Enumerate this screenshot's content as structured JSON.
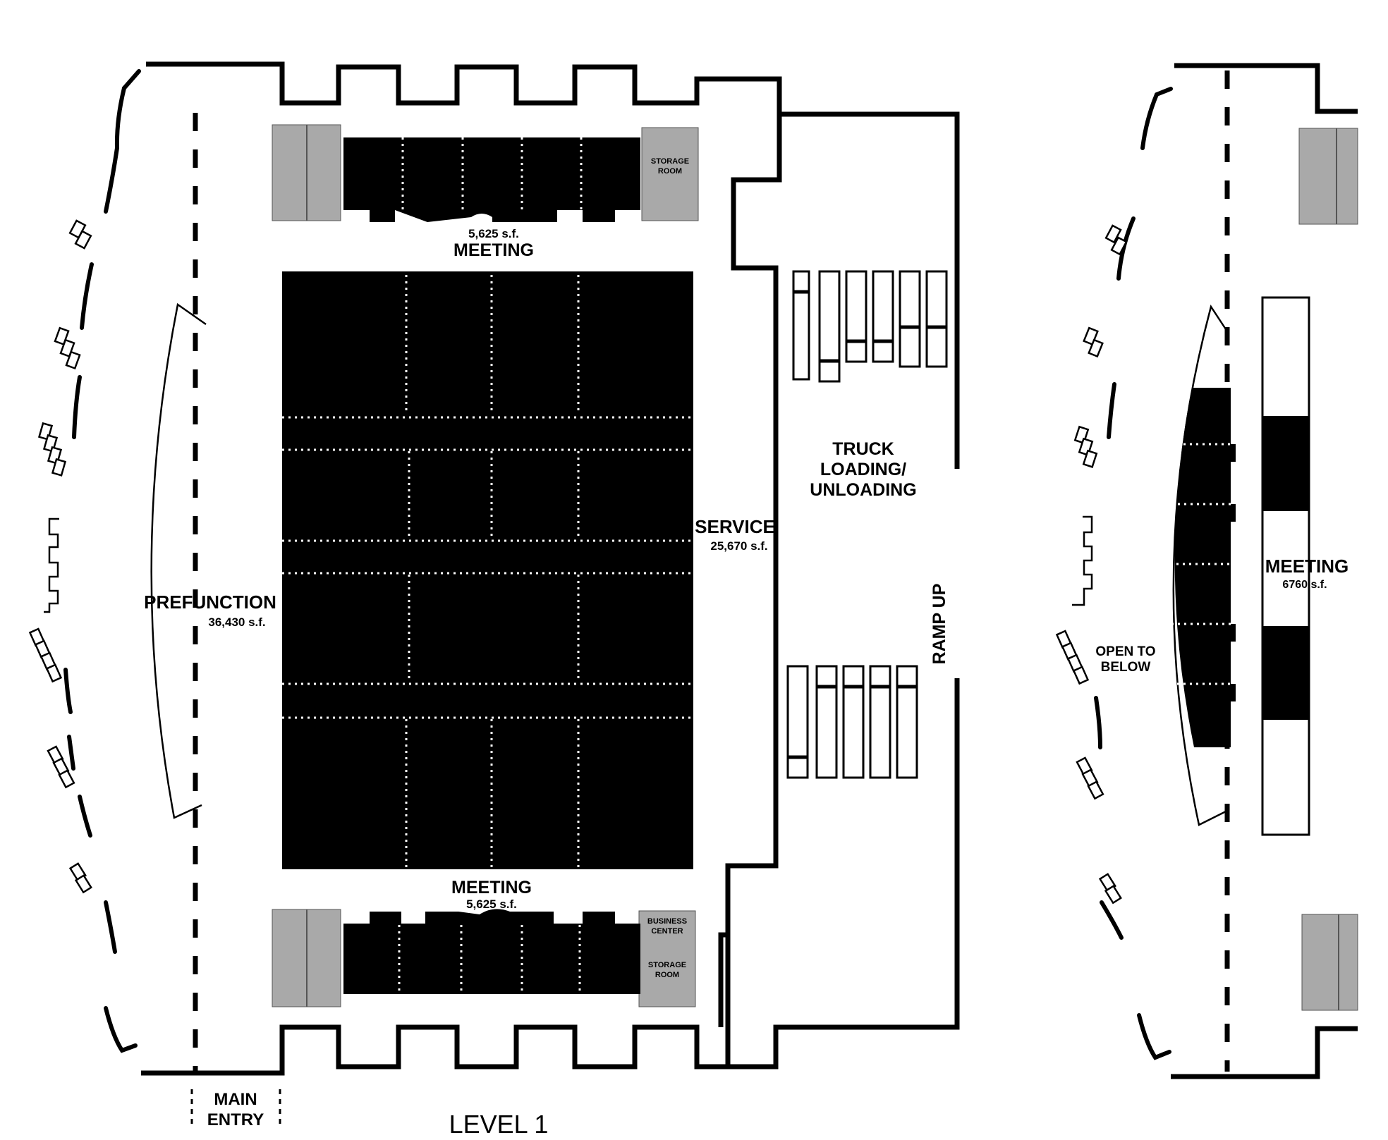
{
  "labels": {
    "meeting_top": {
      "area": "5,625 s.f.",
      "name": "MEETING"
    },
    "meeting_bottom": {
      "name": "MEETING",
      "area": "5,625 s.f."
    },
    "prefunction": {
      "name": "PREFUNCTION",
      "area": "36,430 s.f."
    },
    "service": {
      "name": "SERVICE",
      "area": "25,670 s.f."
    },
    "truck": {
      "line1": "TRUCK",
      "line2": "LOADING/",
      "line3": "UNLOADING"
    },
    "ramp": "RAMP UP",
    "main_entry": {
      "line1": "MAIN",
      "line2": "ENTRY"
    },
    "level": "LEVEL 1",
    "meeting_right": {
      "name": "MEETING",
      "area": "6760 s.f."
    },
    "open_to_below": {
      "line1": "OPEN TO",
      "line2": "BELOW"
    },
    "storage_top": {
      "line1": "STORAGE",
      "line2": "ROOM"
    },
    "business_center": {
      "line1": "BUSINESS",
      "line2": "CENTER"
    },
    "storage_bottom": {
      "line1": "STORAGE",
      "line2": "ROOM"
    }
  },
  "colors": {
    "ink": "#000000",
    "paper": "#ffffff",
    "shade": "#a9a9a9"
  }
}
